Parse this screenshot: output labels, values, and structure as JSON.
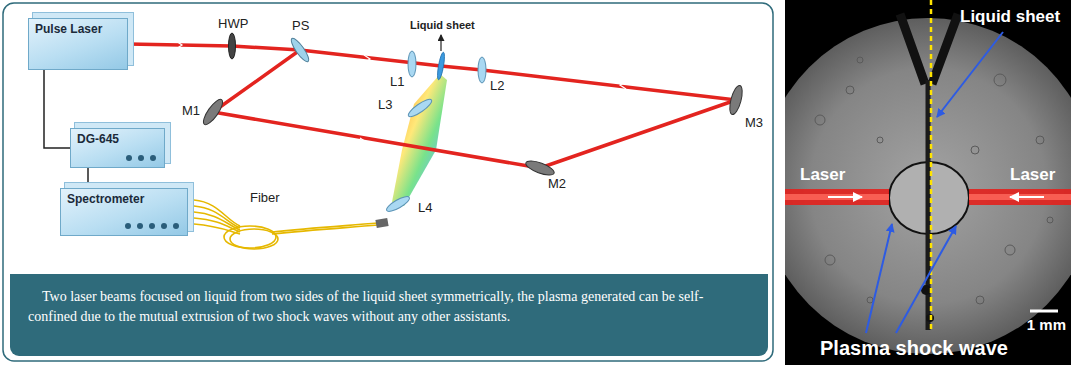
{
  "diagram": {
    "caption": "Two laser beams focused on liquid from two sides of the liquid sheet symmetrically, the plasma generated can be self-confined due to the mutual extrusion of two shock waves without any other assistants.",
    "nodes": [
      {
        "text": [
          "Pulse Laser"
        ]
      },
      {
        "text": [
          "DG-645"
        ]
      },
      {
        "text": [
          "Spectrometer"
        ]
      }
    ],
    "edges": [
      {
        "from": 0,
        "to": 1,
        "arrow": "none"
      },
      {
        "from": 1,
        "to": 2,
        "arrow": "none"
      }
    ],
    "labels": [
      "HWP",
      "PS",
      "Liquid sheet",
      "L1",
      "L2",
      "L3",
      "M1",
      "M2",
      "M3",
      "L4",
      "Fiber",
      "Liquid sheet",
      "Laser",
      "Laser",
      "Plasma shock wave",
      "1 mm"
    ]
  }
}
